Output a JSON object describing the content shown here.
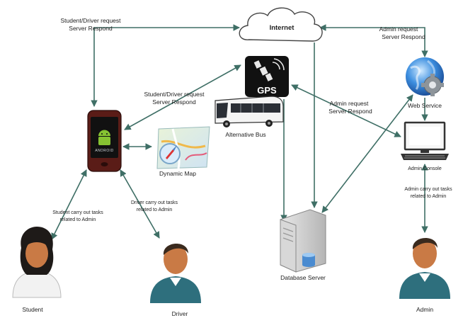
{
  "nodes": {
    "internet": "Internet",
    "gps": "GPS",
    "bus": "Alternative Bus",
    "map": "Dynamic Map",
    "phone_brand": "ANDROID",
    "web_service": "Web Service",
    "admin_console": "Admin Console",
    "database": "Database Server",
    "student": "Student",
    "driver": "Driver",
    "admin": "Admin"
  },
  "edge_labels": {
    "sd_top_1": "Student/Driver request",
    "sd_top_2": "Server Respond",
    "sd_mid_1": "Student/Driver request",
    "sd_mid_2": "Server Respond",
    "admin_top_1": "Admin request",
    "admin_top_2": "Server Respond",
    "admin_mid_1": "Admin request",
    "admin_mid_2": "Server Respond",
    "student_1": "Student carry out tasks",
    "student_2": "related to Admin",
    "driver_1": "Driver carry out tasks",
    "driver_2": "related to Admin",
    "admin_1": "Admin carry out tasks",
    "admin_2": "related to Admin"
  },
  "colors": {
    "arrow": "#3f6f66",
    "skin": "#c97a45",
    "shirt": "#2e6f7d",
    "hair": "#3a2a1e"
  }
}
